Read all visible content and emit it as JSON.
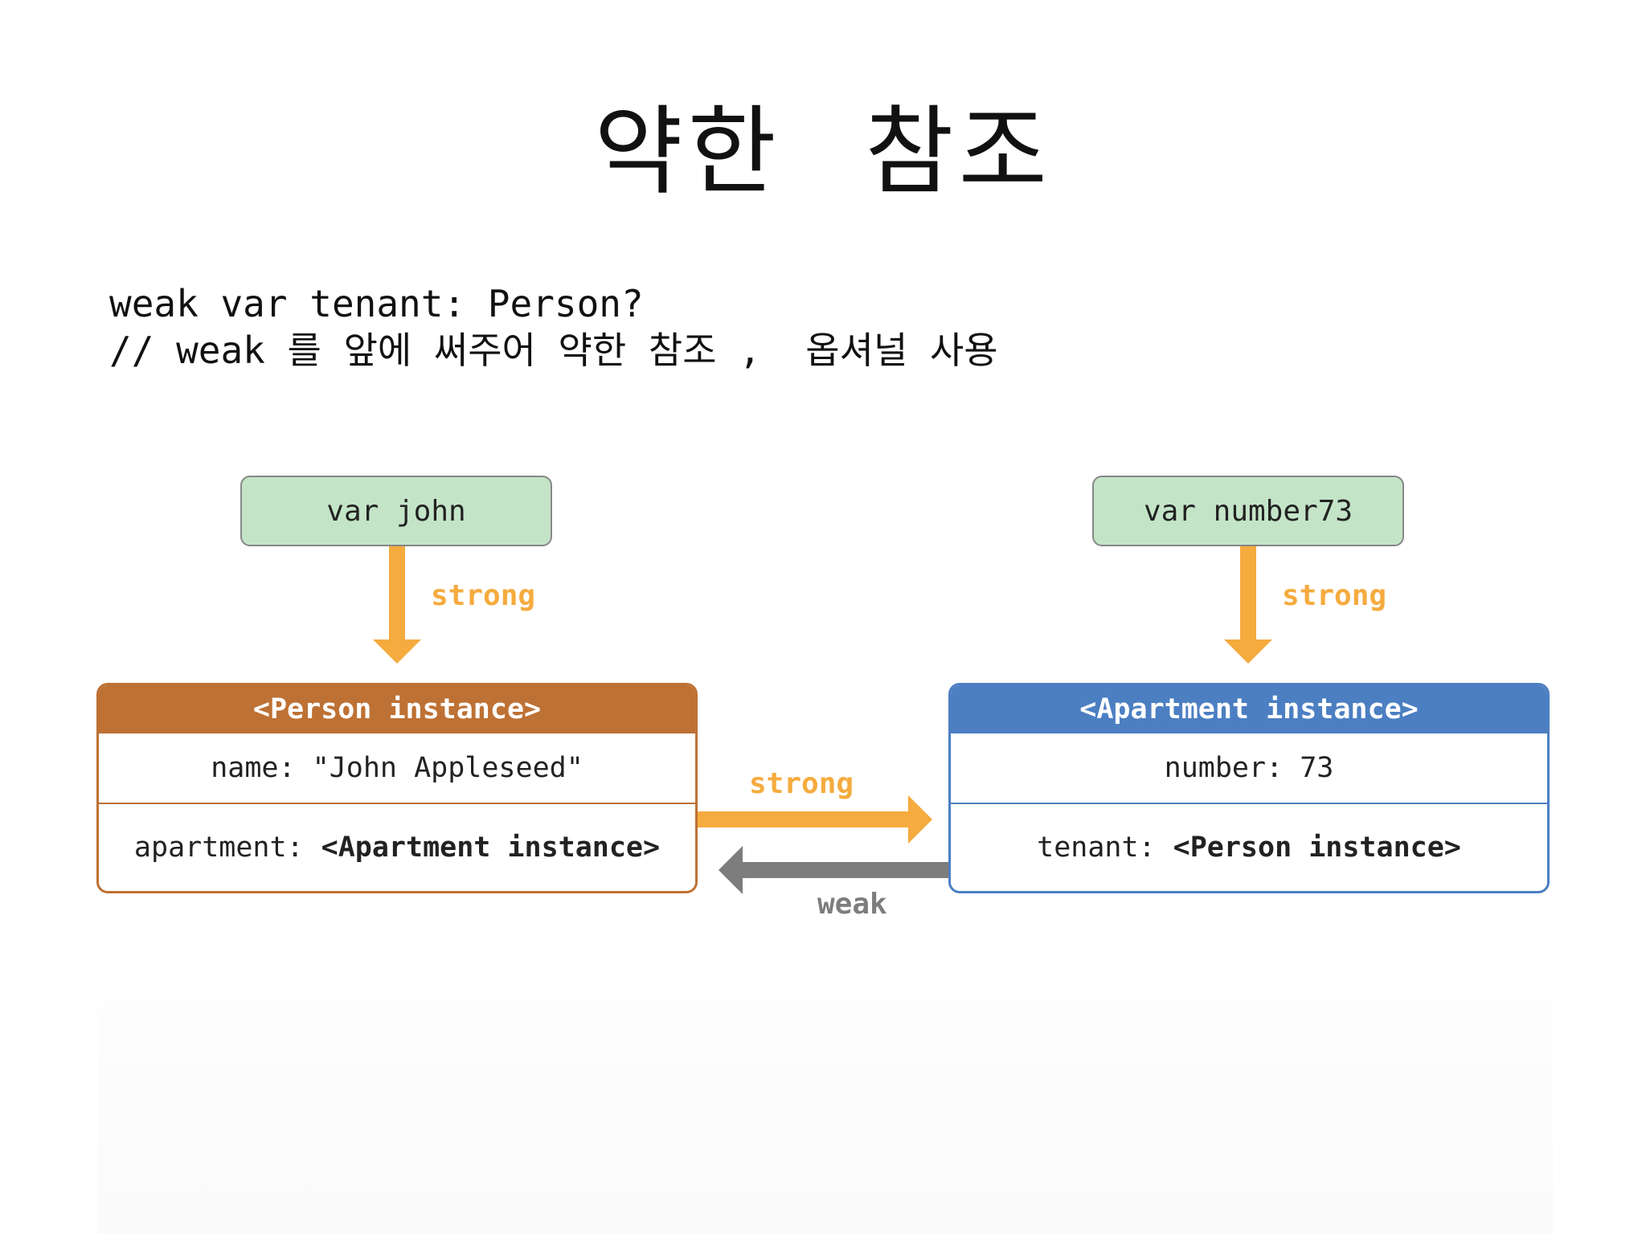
{
  "title": "약한  참조",
  "code": {
    "line1": "weak var tenant: Person?",
    "line2": "// weak 를 앞에 써주어 약한 참조 ,  옵셔널 사용"
  },
  "variables": {
    "john": "var john",
    "number73": "var number73"
  },
  "person_instance": {
    "header": "<Person instance>",
    "name_row": "name: \"John Appleseed\"",
    "apartment_key": "apartment:",
    "apartment_value": "<Apartment instance>"
  },
  "apartment_instance": {
    "header": "<Apartment instance>",
    "number_row": "number: 73",
    "tenant_key": "tenant:",
    "tenant_value": "<Person instance>"
  },
  "references": {
    "john_to_person": "strong",
    "number73_to_apartment": "strong",
    "person_to_apartment": "strong",
    "apartment_to_person": "weak"
  },
  "colors": {
    "variable_fill": "#c4e4c8",
    "person": "#be7134",
    "apartment": "#4c7fc2",
    "strong_arrow": "#f5ab3e",
    "weak_arrow": "#7d7d7d"
  }
}
